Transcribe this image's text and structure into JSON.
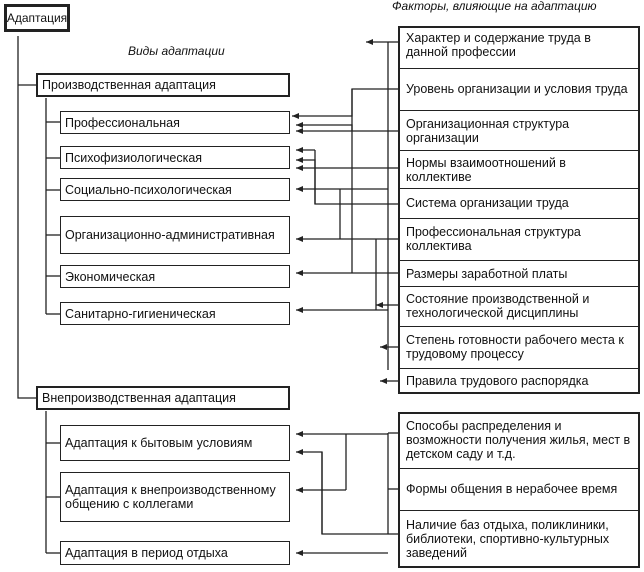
{
  "root": "Адаптация",
  "headers": {
    "types": "Виды адаптации",
    "factors": "Факторы, влияющие на адаптацию"
  },
  "production": {
    "title": "Производственная адаптация",
    "items": [
      "Профессиональная",
      "Психофизиологическая",
      "Социально-психологическая",
      "Организационно-административная",
      "Экономическая",
      "Санитарно-гигиеническая"
    ],
    "factors": [
      "Характер и содержание труда в данной профессии",
      "Уровень организации и условия труда",
      "Организационная структура организации",
      "Нормы взаимоотношений в коллективе",
      "Система организации труда",
      "Профессиональная структура коллектива",
      "Размеры заработной платы",
      "Состояние производственной и технологической дисциплины",
      "Степень готовности рабочего места к трудовому процессу",
      "Правила трудового распорядка"
    ]
  },
  "nonproduction": {
    "title": "Внепроизводственная адаптация",
    "items": [
      "Адаптация к бытовым условиям",
      "Адаптация к внепроизводственному общению с коллегами",
      "Адаптация в период отдыха"
    ],
    "factors": [
      "Способы распределения и возможности получения жилья, мест в детском саду и т.д.",
      "Формы общения в нерабочее время",
      "Наличие баз отдыха, поликлиники, библиотеки, спортивно-культурных заведений"
    ]
  }
}
